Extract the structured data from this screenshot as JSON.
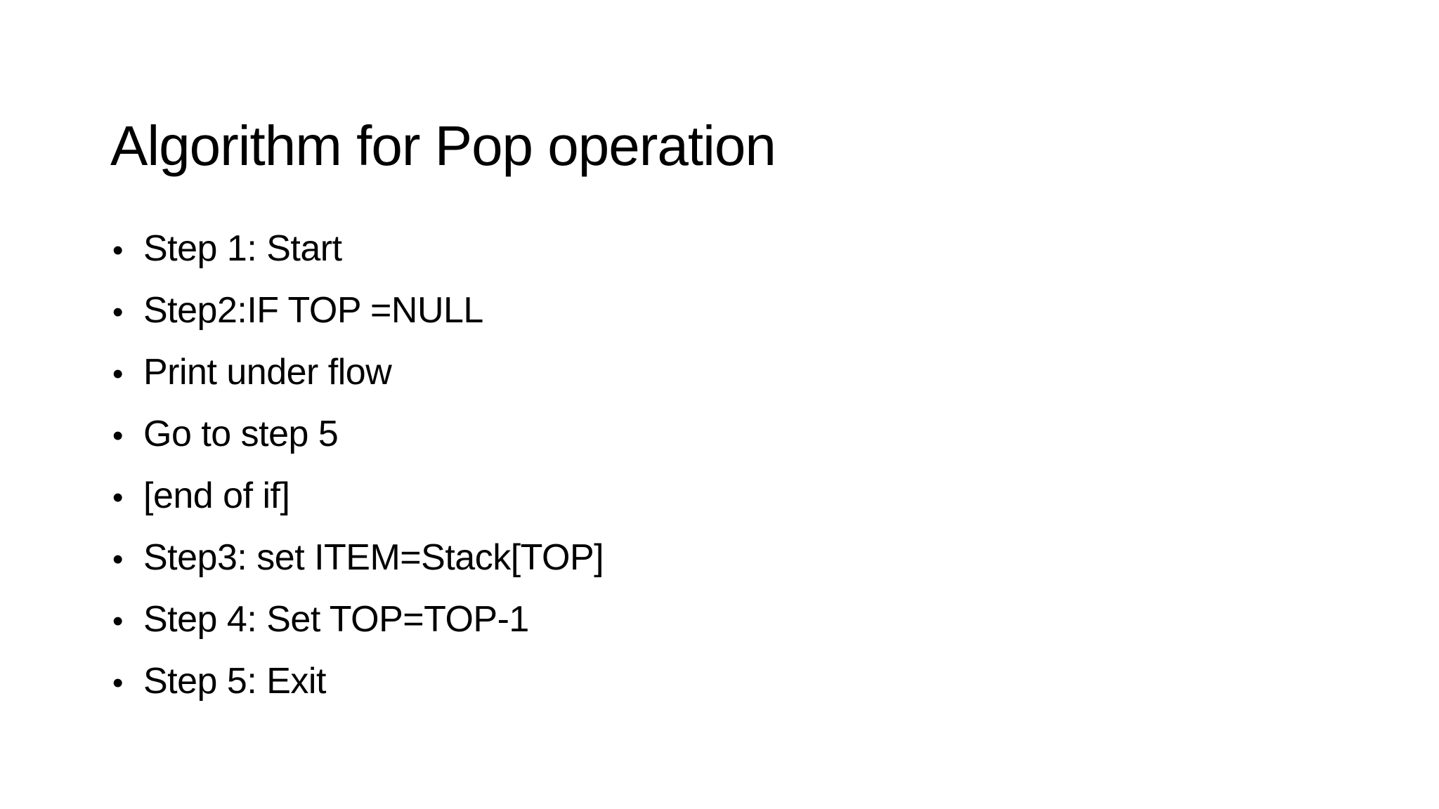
{
  "slide": {
    "title": "Algorithm for Pop operation",
    "bullet_glyph": "•",
    "bullets": [
      {
        "text": "Step 1: Start"
      },
      {
        "text": "Step2:IF TOP =NULL"
      },
      {
        "text": "Print under flow"
      },
      {
        "text": "Go to step 5"
      },
      {
        "text": "[end of if]"
      },
      {
        "text": "Step3: set ITEM=Stack[TOP]"
      },
      {
        "text": "Step 4: Set TOP=TOP-1"
      },
      {
        "text": "Step 5: Exit"
      }
    ],
    "colors": {
      "background": "#ffffff",
      "text": "#000000"
    }
  }
}
